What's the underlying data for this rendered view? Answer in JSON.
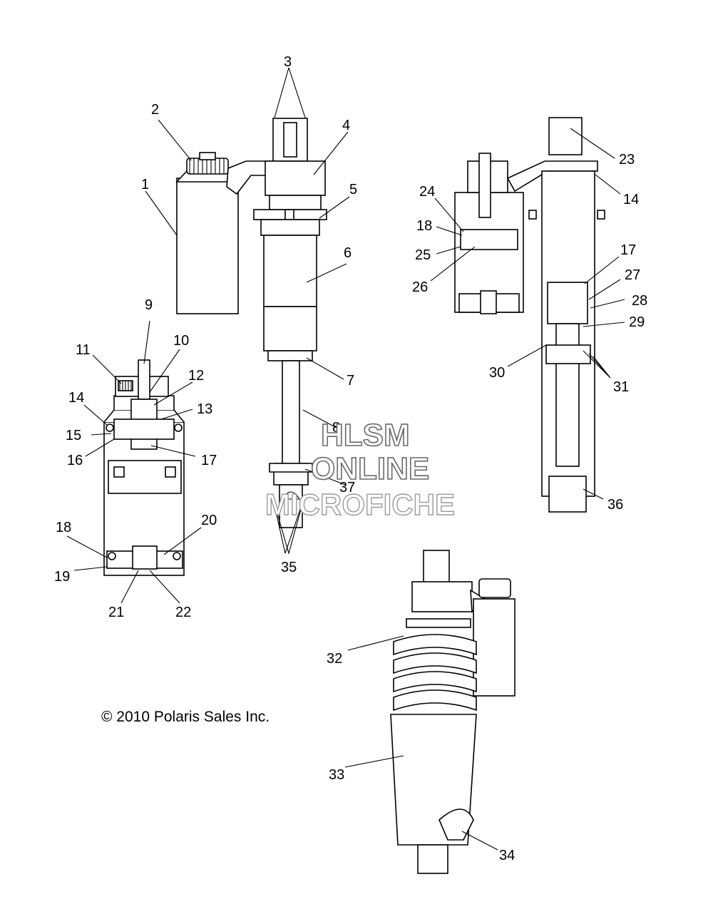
{
  "diagram": {
    "copyright": "© 2010 Polaris Sales Inc.",
    "watermark": {
      "line1": "HLSM",
      "line2": "ONLINE",
      "line3": "MICROFICHE"
    },
    "callouts": [
      "1",
      "2",
      "3",
      "4",
      "5",
      "6",
      "7",
      "8",
      "9",
      "10",
      "11",
      "12",
      "13",
      "14",
      "15",
      "16",
      "17",
      "18",
      "19",
      "20",
      "21",
      "22",
      "23",
      "14",
      "18",
      "24",
      "25",
      "26",
      "17",
      "27",
      "28",
      "29",
      "30",
      "31",
      "32",
      "33",
      "34",
      "35",
      "36",
      "37"
    ]
  }
}
